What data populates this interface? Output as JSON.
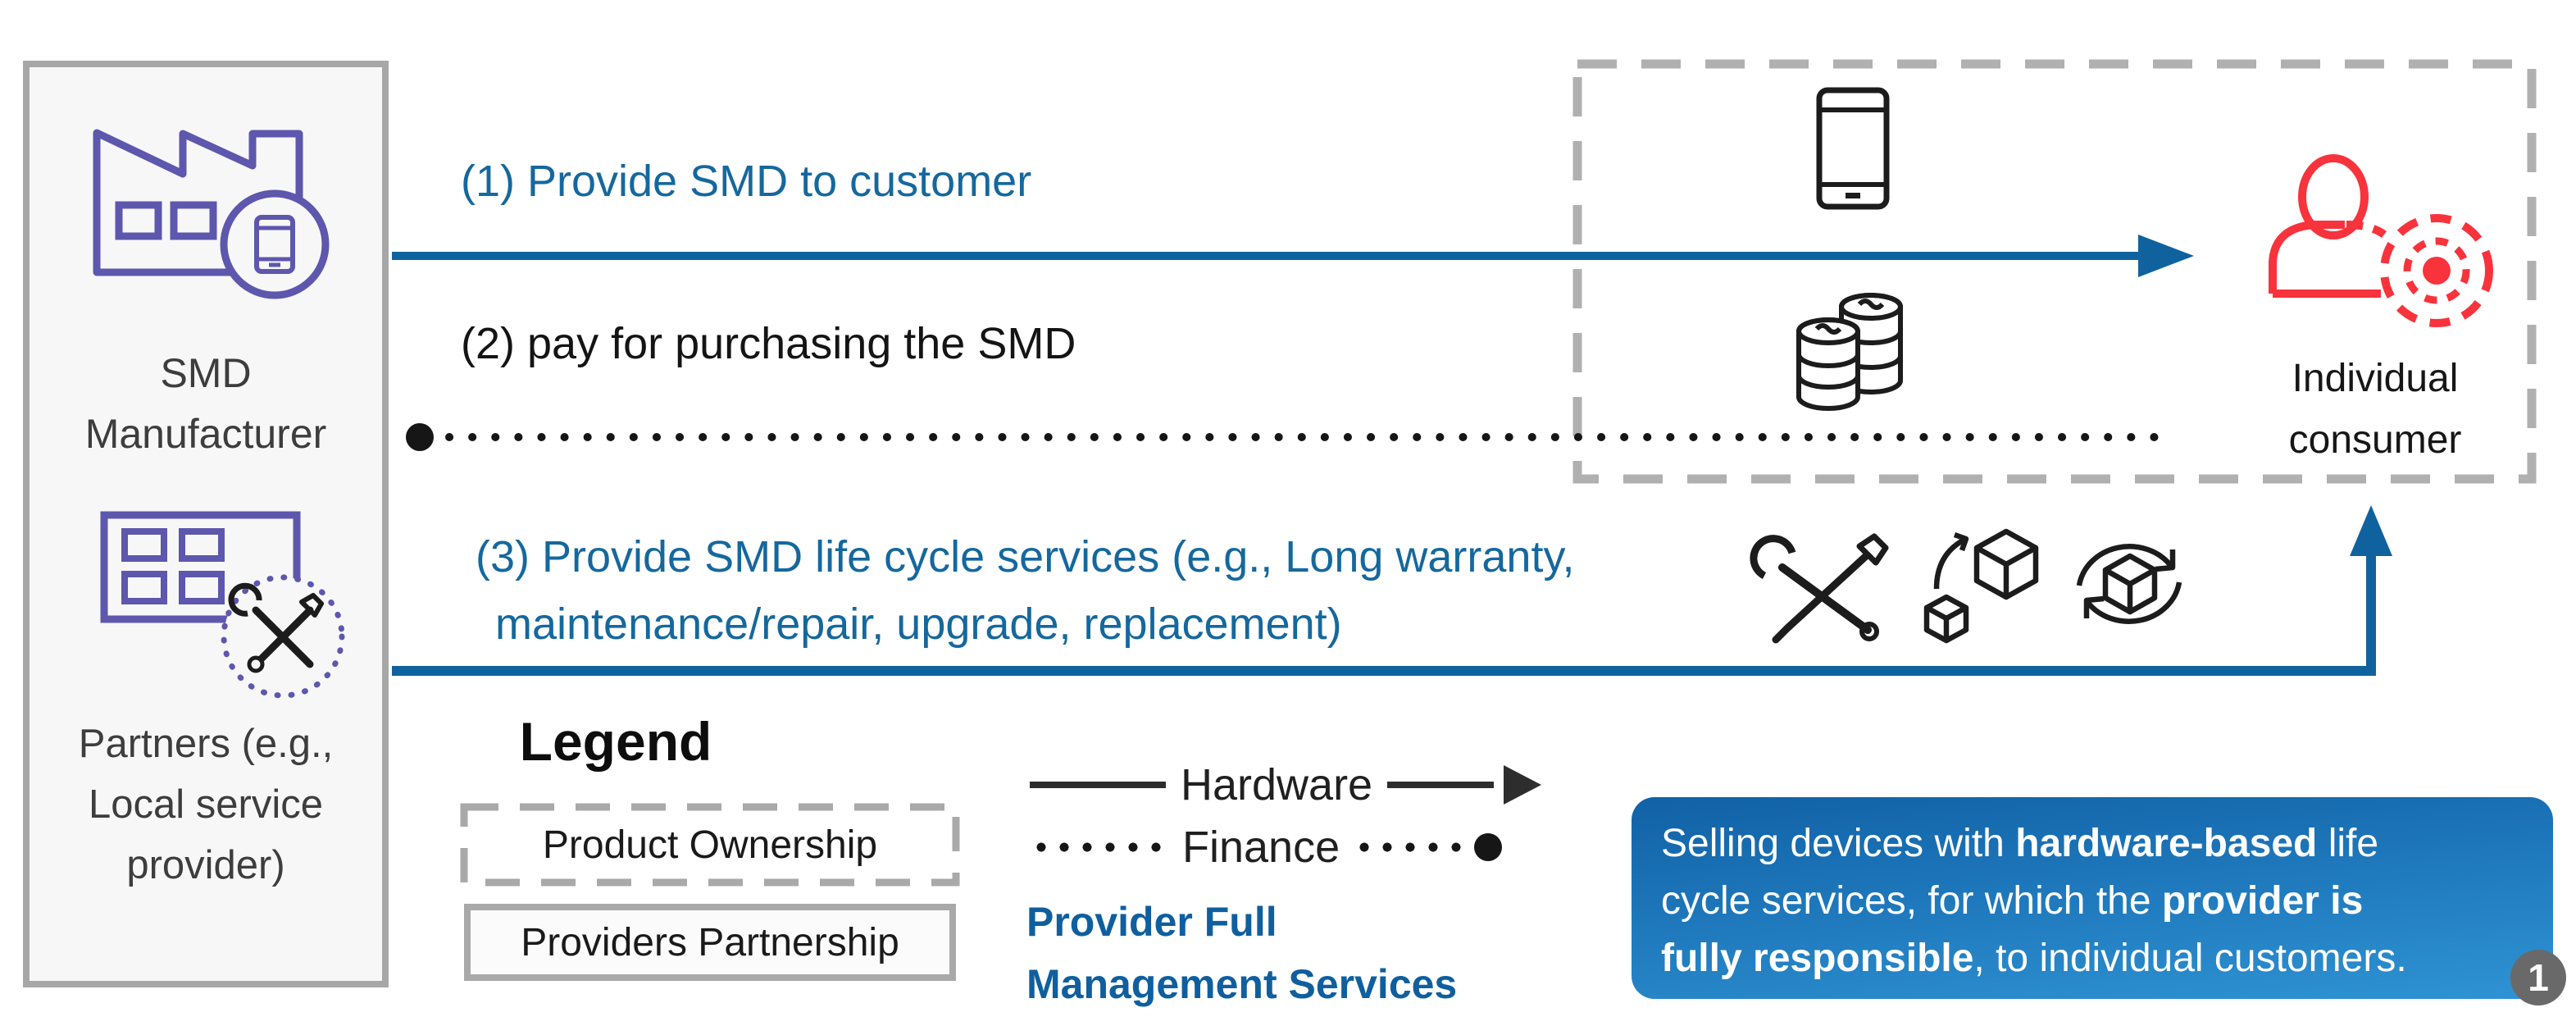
{
  "colors": {
    "flow_blue_line": "#0f629e",
    "flow_blue_text": "#15689d",
    "purple_icon": "#5d57ad",
    "red_icon": "#f8333c",
    "gray_border": "#a7a7a7",
    "dashed_gray": "#b0b0b0",
    "black_line": "#161616",
    "callout_gradient_top": "#1161a6",
    "callout_gradient_bottom": "#2e93d4",
    "badge_gray": "#696969"
  },
  "icons": {
    "factory-icon": "factory-outline-with-smartphone-circle",
    "partners-grid-icon": "window-grid-outline",
    "tools-circle-icon": "dotted-circle-wrench-screwdriver",
    "smartphone-icon": "smartphone-outline",
    "coins-icon": "two-coin-stacks-outline",
    "person-icon": "person-outline-red",
    "target-icon": "dashed-concentric-target-red",
    "wrench-screwdriver-icon": "crossed-wrench-screwdriver",
    "upgrade-icon": "small-cube-arrow-big-cube",
    "replace-cycle-icon": "cube-with-circular-arrows",
    "arrow-right-icon": "solid-right-arrowhead",
    "arrow-up-icon": "solid-up-arrowhead",
    "finance-dot-icon": "filled-circle-line-end"
  },
  "left_panel": {
    "manufacturer_line1": "SMD",
    "manufacturer_line2": "Manufacturer",
    "partners_line1": "Partners (e.g.,",
    "partners_line2": "Local service",
    "partners_line3": "provider)"
  },
  "flows": {
    "flow1_label": "(1) Provide SMD to customer",
    "flow2_label": "(2) pay for purchasing the SMD",
    "flow3_line1": "(3) Provide SMD life cycle services (e.g., Long warranty,",
    "flow3_line2": "maintenance/repair, upgrade, replacement)"
  },
  "consumer": {
    "line1": "Individual",
    "line2": "consumer"
  },
  "legend": {
    "title": "Legend",
    "product_ownership_label": "Product Ownership",
    "providers_partnership_label": "Providers Partnership",
    "hardware_label": "Hardware",
    "finance_label": "Finance",
    "provider_full_line1": "Provider Full",
    "provider_full_line2": "Management Services"
  },
  "callout": {
    "line1_seg1": "Selling devices with ",
    "line1_seg2": "hardware-based",
    "line1_seg3": " life",
    "line2_seg1": "cycle services, for which the ",
    "line2_seg2": "provider is",
    "line3_seg1": "fully responsible",
    "line3_seg2": ", to individual customers.",
    "badge": "1"
  }
}
